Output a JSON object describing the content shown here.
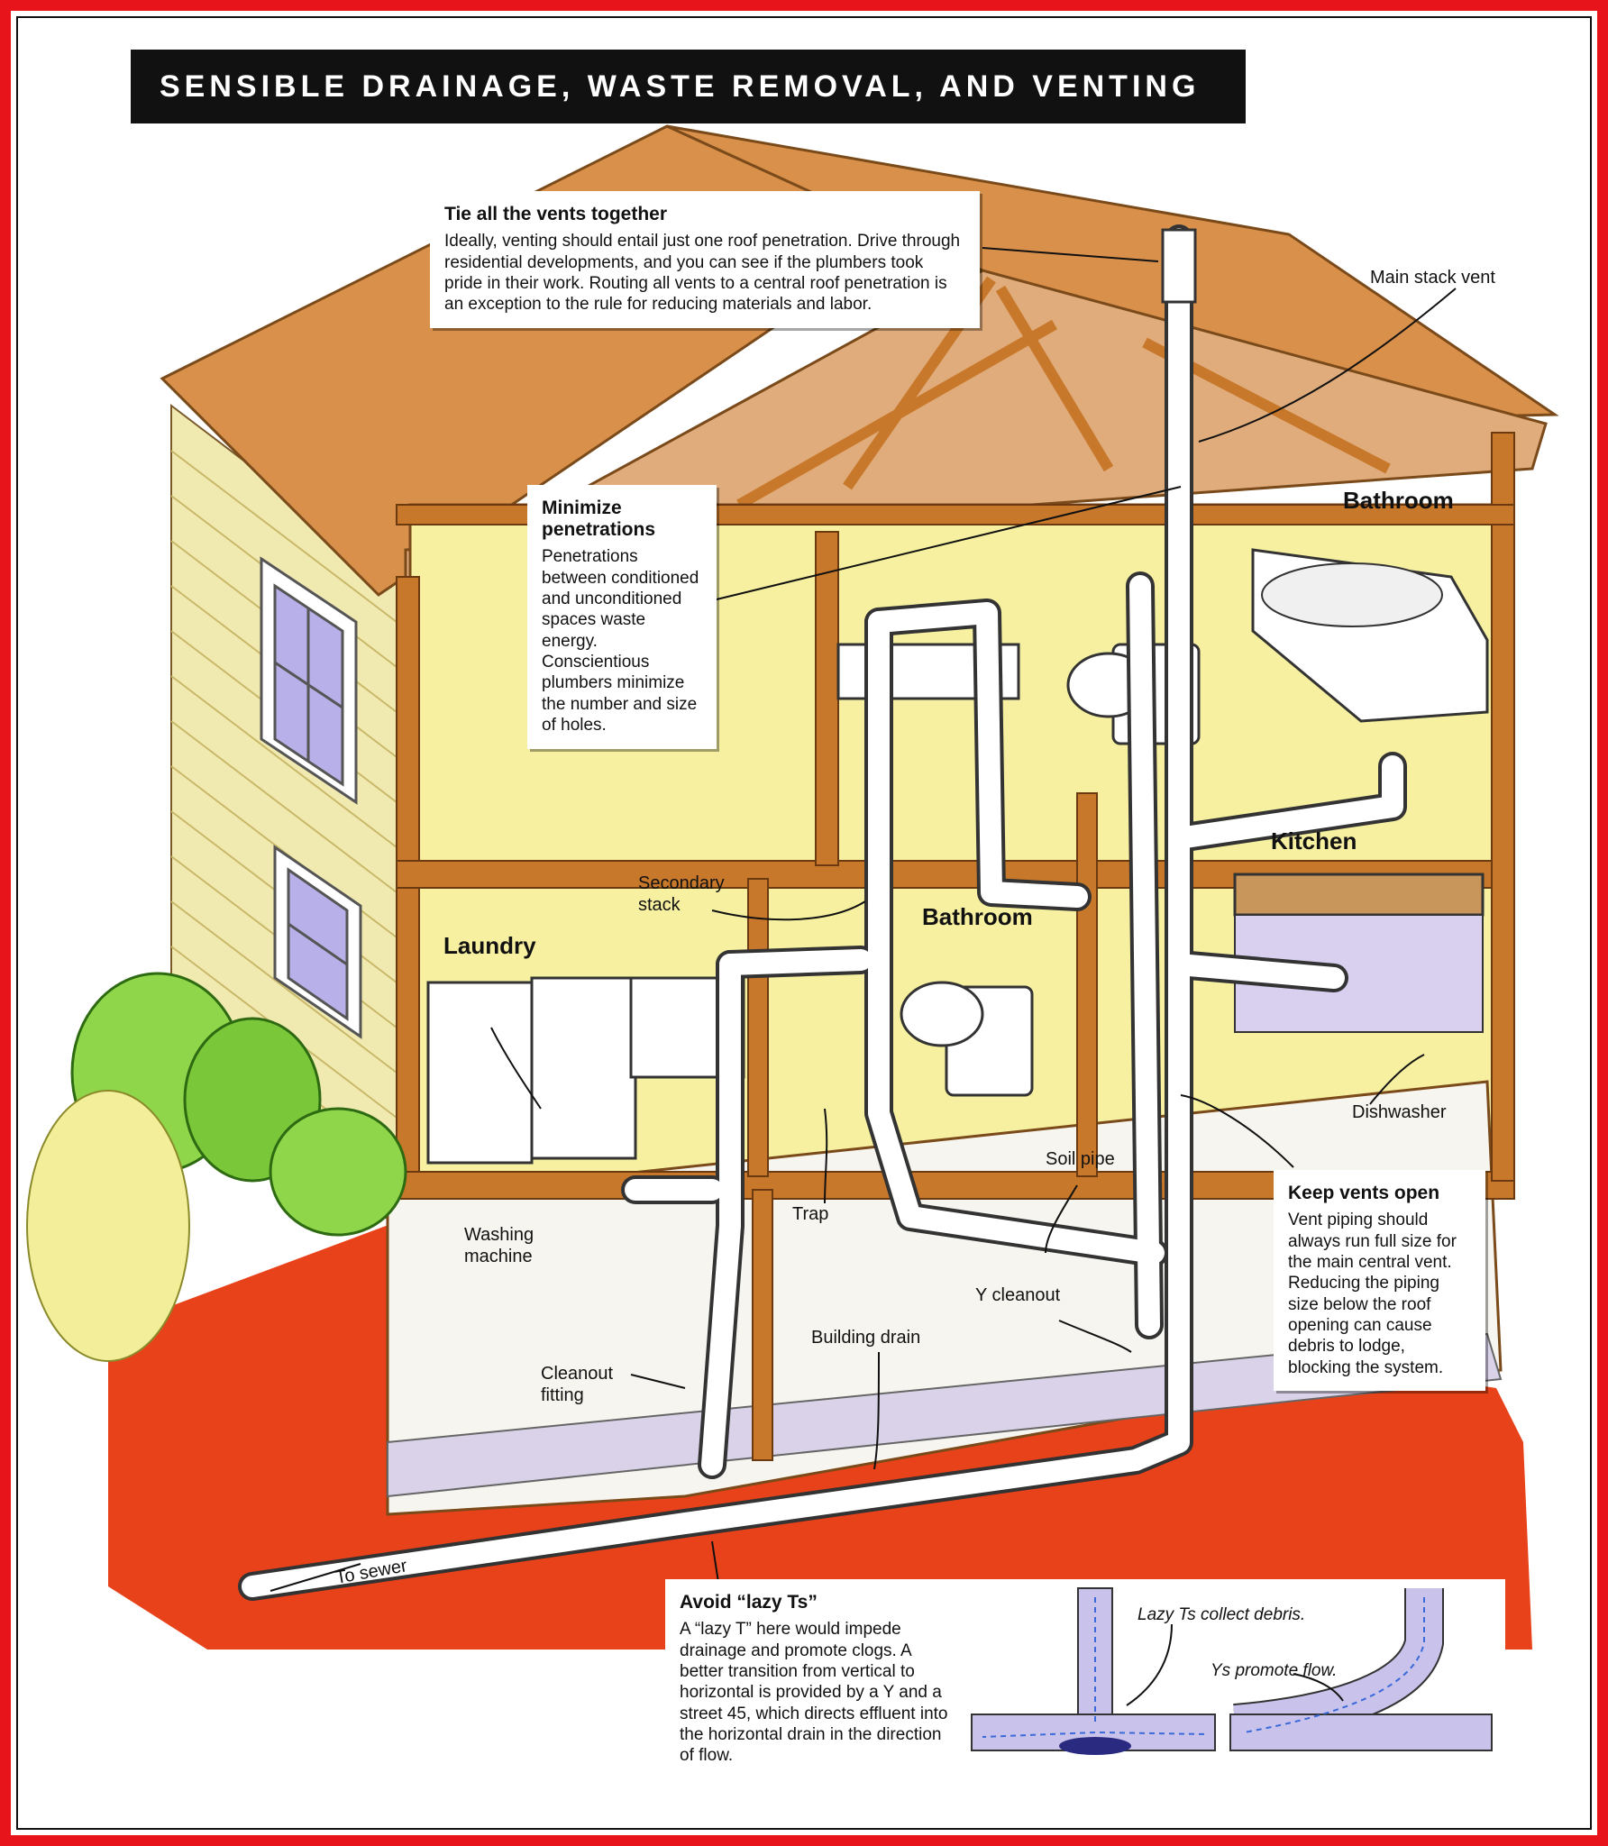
{
  "title": "SENSIBLE DRAINAGE, WASTE REMOVAL, AND VENTING",
  "callouts": {
    "tie_vents": {
      "heading": "Tie all the vents together",
      "body": "Ideally, venting should entail just one roof penetration. Drive through residential developments, and you can see if the plumbers took pride in their work. Routing all vents to a central roof penetration is an exception to the rule for reducing materials and labor."
    },
    "minimize": {
      "heading": "Minimize penetrations",
      "body": "Penetrations between conditioned and unconditioned spaces waste energy. Conscientious plumbers minimize the number and size of holes."
    },
    "keep_open": {
      "heading": "Keep vents open",
      "body": "Vent piping should always run full size for the main central vent. Reducing the piping size below the roof opening can cause debris to lodge, blocking the system."
    },
    "lazy_t": {
      "heading": "Avoid “lazy Ts”",
      "body": "A “lazy T” here would impede drainage and promote clogs. A better transition from vertical to horizontal is provided by a Y and a street 45, which directs effluent into the horizontal drain in the direction of flow."
    }
  },
  "rooms": {
    "bathroom_upper": "Bathroom",
    "kitchen": "Kitchen",
    "laundry": "Laundry",
    "bathroom_lower": "Bathroom"
  },
  "labels": {
    "main_stack_vent": "Main stack vent",
    "secondary_stack": "Secondary stack",
    "washing_machine": "Washing machine",
    "trap": "Trap",
    "soil_pipe": "Soil pipe",
    "dishwasher": "Dishwasher",
    "y_cleanout": "Y cleanout",
    "building_drain": "Building drain",
    "cleanout_fitting": "Cleanout fitting",
    "to_sewer": "To sewer"
  },
  "inset": {
    "lazy_collect": "Lazy Ts collect debris.",
    "ys_promote": "Ys promote flow."
  },
  "colors": {
    "border": "#e8141c",
    "ground": "#e8421a",
    "roof": "#d9904a",
    "wall": "#f6f0a0",
    "siding": "#f1eab0",
    "framing": "#c8782a",
    "pipe": "#ffffff"
  }
}
